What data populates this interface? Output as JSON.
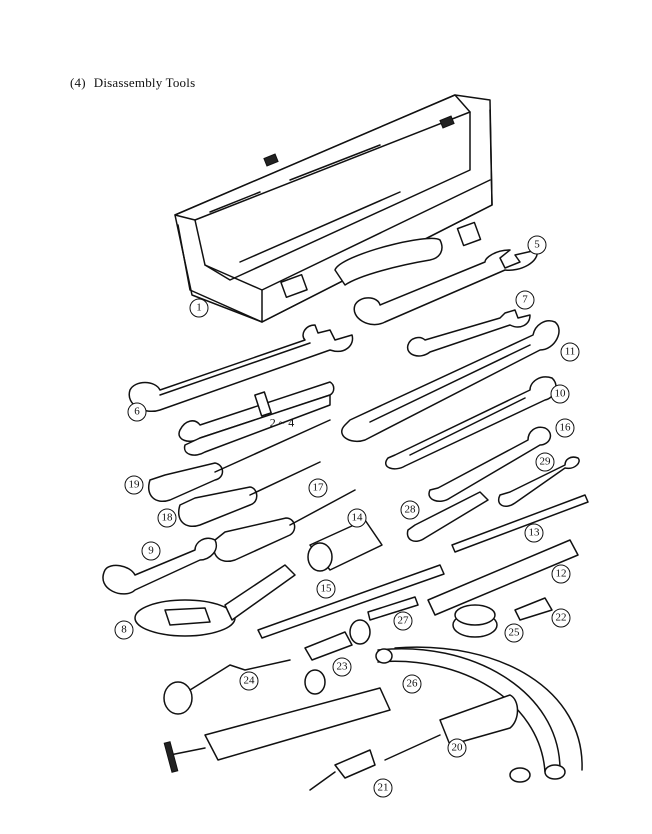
{
  "heading": {
    "number": "(4)",
    "title": "Disassembly Tools"
  },
  "callouts": {
    "c1": "1",
    "c2_4": "2 ~ 4",
    "c5": "5",
    "c6": "6",
    "c7": "7",
    "c8": "8",
    "c9": "9",
    "c10": "10",
    "c11": "11",
    "c12": "12",
    "c13": "13",
    "c14": "14",
    "c15": "15",
    "c16": "16",
    "c17": "17",
    "c18": "18",
    "c19": "19",
    "c20": "20",
    "c21": "21",
    "c22": "22",
    "c23": "23",
    "c24": "24",
    "c25": "25",
    "c26": "26",
    "c27": "27",
    "c28": "28",
    "c29": "29"
  }
}
